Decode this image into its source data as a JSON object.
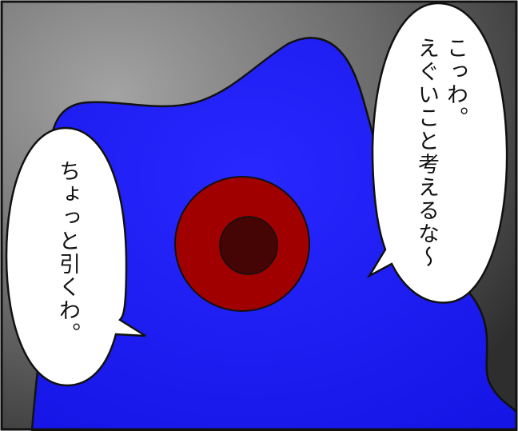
{
  "panel": {
    "background_colors": {
      "light": "#9a9a9a",
      "dark": "#333333"
    },
    "border_color": "#111111"
  },
  "creature": {
    "body_color": "#1a1af0",
    "body_highlight": "#2a2aff",
    "eye": {
      "outer_color": "#a10000",
      "pupil_color": "#450505"
    }
  },
  "speech_bubbles": {
    "right": {
      "lines": [
        "こっわ。",
        "えぐいこと考えるな～"
      ]
    },
    "left": {
      "lines": [
        "ちょっと引くわ。"
      ]
    }
  }
}
